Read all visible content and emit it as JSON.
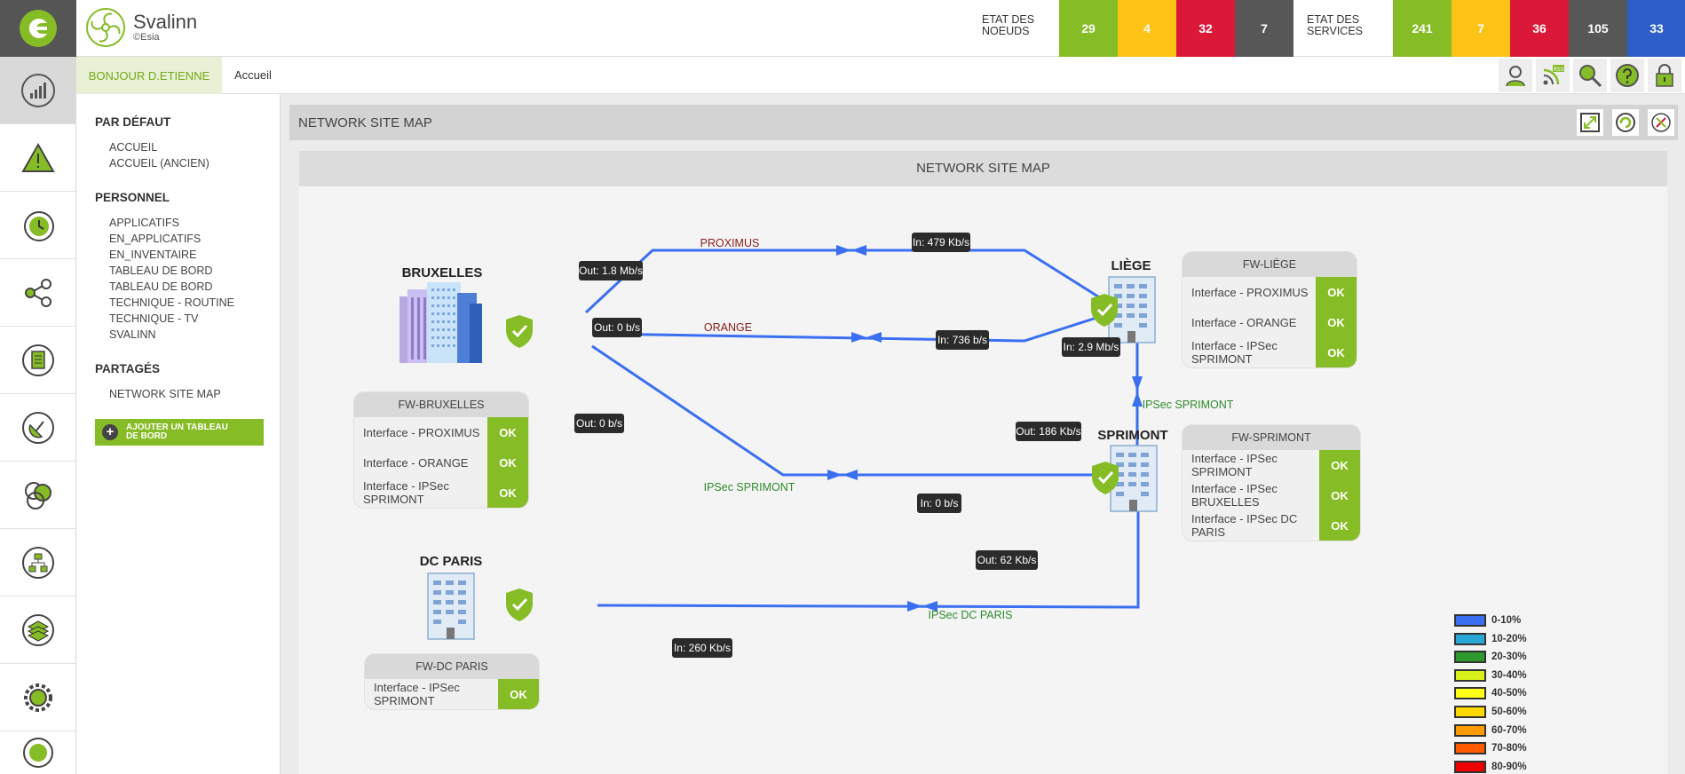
{
  "app": {
    "brand_name": "Svalinn",
    "brand_sub": "©Esia"
  },
  "header": {
    "nodes_label_1": "ETAT DES",
    "nodes_label_2": "NOEUDS",
    "nodes": [
      {
        "value": "29",
        "color": "#86bc25"
      },
      {
        "value": "4",
        "color": "#fcc216"
      },
      {
        "value": "32",
        "color": "#dc1838"
      },
      {
        "value": "7",
        "color": "#575757"
      }
    ],
    "services_label_1": "ETAT DES",
    "services_label_2": "SERVICES",
    "services": [
      {
        "value": "241",
        "color": "#86bc25"
      },
      {
        "value": "7",
        "color": "#fcc216"
      },
      {
        "value": "36",
        "color": "#dc1838"
      },
      {
        "value": "105",
        "color": "#575757"
      },
      {
        "value": "33",
        "color": "#2e5fc9"
      }
    ]
  },
  "subbar": {
    "greeting": "BONJOUR D.ETIENNE",
    "breadcrumb": "Accueil"
  },
  "sidemenu": {
    "section_default": "PAR DÉFAUT",
    "default_items": [
      "ACCUEIL",
      "ACCUEIL (ANCIEN)"
    ],
    "section_personal": "PERSONNEL",
    "personal_items": [
      "APPLICATIFS",
      "EN_APPLICATIFS",
      "EN_INVENTAIRE",
      "TABLEAU DE BORD",
      "TABLEAU DE BORD",
      "TECHNIQUE - ROUTINE",
      "TECHNIQUE - TV",
      "SVALINN"
    ],
    "section_shared": "PARTAGÉS",
    "shared_items": [
      "NETWORK SITE MAP"
    ],
    "add_board_line1": "AJOUTER UN TABLEAU",
    "add_board_line2": "DE BORD"
  },
  "panel": {
    "title": "NETWORK SITE MAP",
    "map_title": "NETWORK SITE MAP"
  },
  "map": {
    "sites": {
      "bruxelles": "BRUXELLES",
      "liege": "LIÈGE",
      "sprimont": "SPRIMONT",
      "paris": "DC PARIS"
    },
    "links": {
      "proximus": "PROXIMUS",
      "orange": "ORANGE",
      "ipsec_sprimont_bottom": "IPSec SPRIMONT",
      "ipsec_sprimont_right": "IPSec SPRIMONT",
      "ipsec_paris": "IPSec DC PARIS"
    },
    "link_colors": {
      "proximus": "#8b1a1a",
      "orange": "#8b1a1a",
      "ipsec": "#2f8a2f",
      "line": "#3a6ff2"
    },
    "traffic": {
      "out_proximus": "Out: 1.8 Mb/s",
      "in_proximus": "In: 479 Kb/s",
      "out_orange": "Out: 0 b/s",
      "in_orange": "In: 736 b/s",
      "in_liege_sprimont": "In: 2.9 Mb/s",
      "out_bru_sprimont": "Out: 0 b/s",
      "out_sprimont_liege": "Out: 186 Kb/s",
      "in_bru_sprimont": "In: 0 b/s",
      "out_sprimont_paris": "Out: 62 Kb/s",
      "in_paris": "In: 260 Kb/s"
    }
  },
  "cards": {
    "bruxelles": {
      "title": "FW-BRUXELLES",
      "rows": [
        {
          "label": "Interface - PROXIMUS",
          "status": "OK"
        },
        {
          "label": "Interface - ORANGE",
          "status": "OK"
        },
        {
          "label": "Interface - IPSec SPRIMONT",
          "status": "OK"
        }
      ]
    },
    "liege": {
      "title": "FW-LIÈGE",
      "rows": [
        {
          "label": "Interface - PROXIMUS",
          "status": "OK"
        },
        {
          "label": "Interface - ORANGE",
          "status": "OK"
        },
        {
          "label": "Interface - IPSec SPRIMONT",
          "status": "OK"
        }
      ]
    },
    "sprimont": {
      "title": "FW-SPRIMONT",
      "rows": [
        {
          "label": "Interface - IPSec SPRIMONT",
          "status": "OK"
        },
        {
          "label": "Interface - IPSec BRUXELLES",
          "status": "OK"
        },
        {
          "label": "Interface - IPSec DC PARIS",
          "status": "OK"
        }
      ]
    },
    "paris": {
      "title": "FW-DC PARIS",
      "rows": [
        {
          "label": "Interface - IPSec SPRIMONT",
          "status": "OK"
        }
      ]
    }
  },
  "legend": [
    {
      "label": "0-10%",
      "color": "#3a6ff2"
    },
    {
      "label": "10-20%",
      "color": "#29a8d8"
    },
    {
      "label": "20-30%",
      "color": "#2c9a2c"
    },
    {
      "label": "30-40%",
      "color": "#d8f01a"
    },
    {
      "label": "40-50%",
      "color": "#ffff1a"
    },
    {
      "label": "50-60%",
      "color": "#ffd800"
    },
    {
      "label": "60-70%",
      "color": "#ff9a00"
    },
    {
      "label": "70-80%",
      "color": "#ff5a00"
    },
    {
      "label": "80-90%",
      "color": "#ee0000"
    }
  ],
  "colors": {
    "accent_green": "#86bc25",
    "ok_green": "#86bc25",
    "rail_dark": "#555555"
  }
}
